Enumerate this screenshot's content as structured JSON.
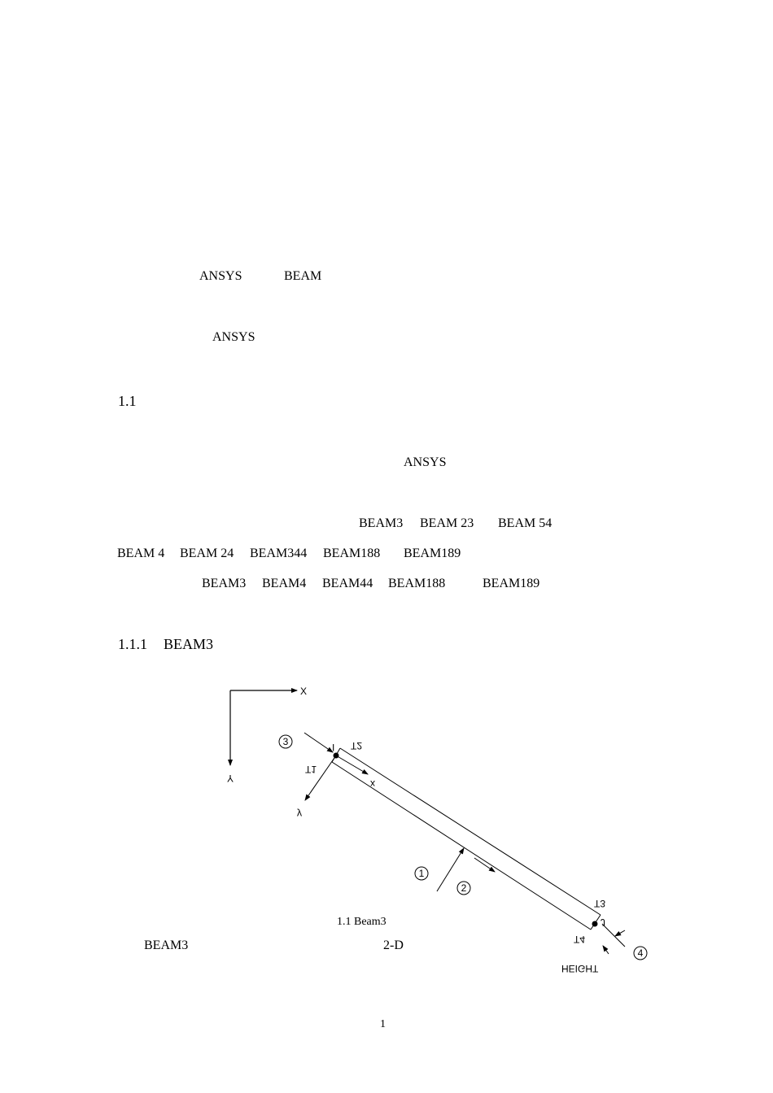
{
  "intro": {
    "line1": {
      "a": "ANSYS",
      "b": "BEAM"
    },
    "line2": {
      "a": "ANSYS"
    }
  },
  "section_1_1": {
    "heading": "1.1",
    "para1": {
      "ansys": "ANSYS"
    },
    "list1": [
      "BEAM3",
      "BEAM 23",
      "BEAM 54"
    ],
    "list2": [
      "BEAM 4",
      "BEAM 24",
      "BEAM344",
      "BEAM188",
      "BEAM189"
    ],
    "list3": [
      "BEAM3",
      "BEAM4",
      "BEAM44",
      "BEAM188",
      "BEAM189"
    ]
  },
  "section_1_1_1": {
    "number": "1.1.1",
    "title": "BEAM3"
  },
  "figure": {
    "caption": "1.1 Beam3",
    "axis_x": "X",
    "axis_y": "Y",
    "local_x": "x",
    "local_y": "y",
    "node_i": "I",
    "node_j": "J",
    "labels": {
      "T1": "T1",
      "T2": "T2",
      "T3": "T3",
      "T4": "T4",
      "height": "HEIGHT",
      "c1": "1",
      "c2": "2",
      "c3": "3",
      "c4": "4"
    }
  },
  "body_line": {
    "a": "BEAM3",
    "b": "2-D"
  },
  "page_number": "1"
}
